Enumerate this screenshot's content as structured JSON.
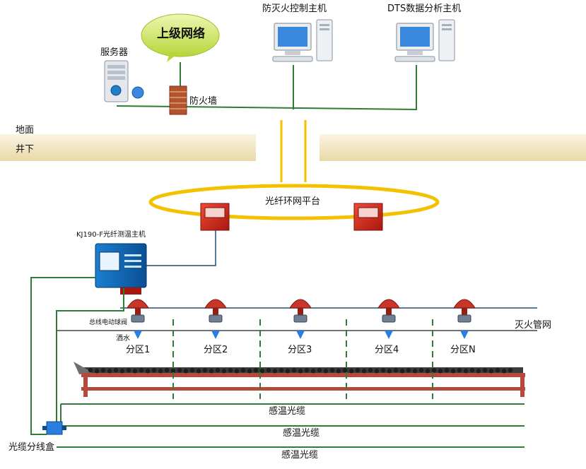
{
  "top": {
    "upper_network": "上级网络",
    "server": "服务器",
    "firewall": "防火墙",
    "fire_host": "防灭火控制主机",
    "dts_host": "DTS数据分析主机"
  },
  "layers": {
    "ground": "地面",
    "underground": "井下"
  },
  "ring_label": "光纤环网平台",
  "kj_host": "KJ190-F光纤测温主机",
  "valve_label": "总线电动球阀",
  "spray_label": "洒水",
  "pipe_label": "灭火管网",
  "zones": [
    "分区1",
    "分区2",
    "分区3",
    "分区4",
    "分区N"
  ],
  "cables": [
    "感温光缆",
    "感温光缆",
    "感温光缆"
  ],
  "splitter": "光缆分线盒",
  "colors": {
    "network_line": "#2e7d32",
    "pipe_line": "#1f4e79",
    "ring": "#f2c200",
    "device_red": "#d62b1f",
    "belt_frame": "#b54a3c",
    "zone_divider": "#2e7d32"
  }
}
